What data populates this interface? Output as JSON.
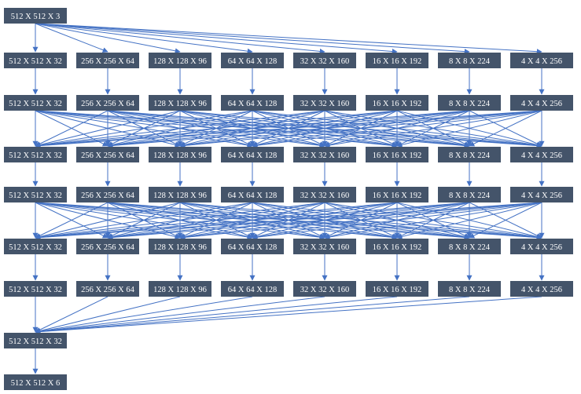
{
  "colors": {
    "node_fill": "#44546a",
    "node_text": "#ffffff",
    "edge": "#4472c4",
    "background": "#ffffff"
  },
  "input_node": "512 X 512 X 3",
  "columns": [
    "512 X 512 X 32",
    "256 X 256 X 64",
    "128 X 128 X 96",
    "64 X 64 X 128",
    "32 X 32 X 160",
    "16 X 16 X 192",
    "8 X 8 X 224",
    "4 X 4 X 256"
  ],
  "grid_row_count": 6,
  "merge_node": "512 X 512 X 32",
  "output_node": "512 X 512 X 6",
  "connections": {
    "input_to_row1": "input connects to every node of row 1",
    "row1_to_row2": "one-to-one",
    "row2_to_row3": "all-to-all",
    "row3_to_row4": "one-to-one",
    "row4_to_row5": "all-to-all",
    "row5_to_row6": "one-to-one",
    "row6_to_merge": "every node of row 6 connects to the merge node",
    "merge_to_output": "one-to-one"
  }
}
